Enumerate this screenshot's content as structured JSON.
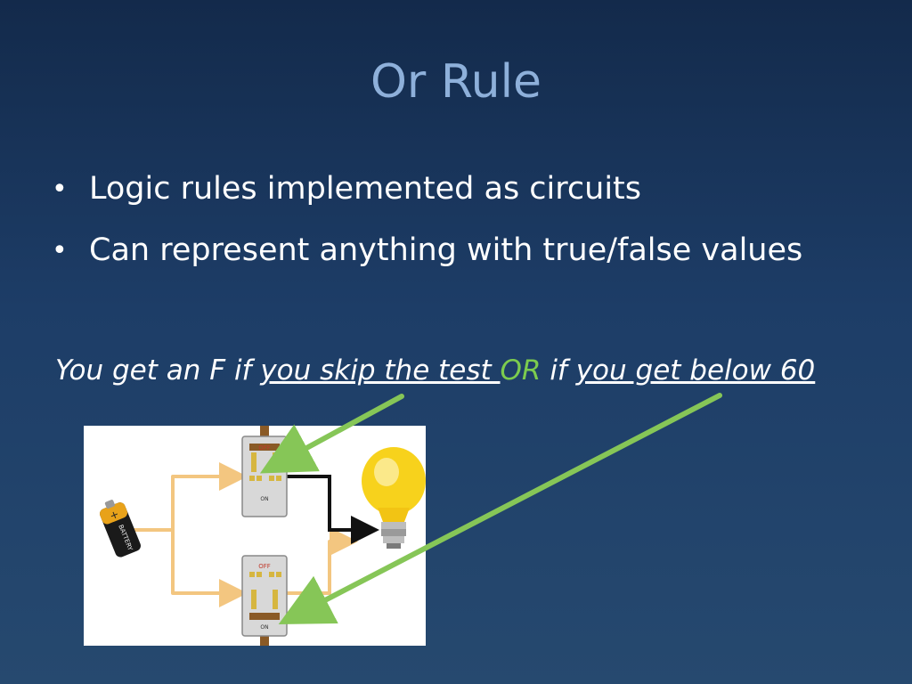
{
  "slide": {
    "title": "Or Rule",
    "bullets": [
      "Logic rules implemented as circuits",
      "Can represent anything with true/false values"
    ],
    "sentence": {
      "part1": "You get an F if ",
      "part2": "you skip the test ",
      "part3": "OR",
      "part4": " if ",
      "part5": "you get below 60"
    }
  },
  "diagram": {
    "switch_labels": {
      "off": "OFF",
      "on": "ON"
    },
    "battery_label": "BATTERY",
    "battery_plus": "+"
  },
  "colors": {
    "accent_green": "#7ccc4e",
    "title_blue": "#8eb0da",
    "wire": "#f3c680"
  }
}
